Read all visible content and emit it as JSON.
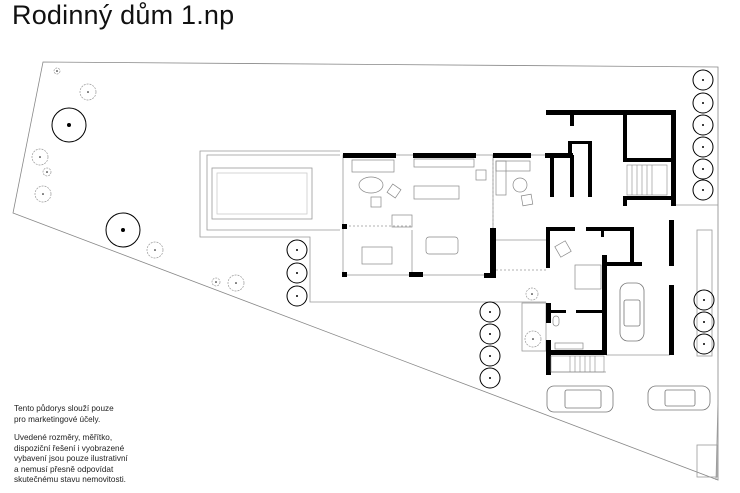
{
  "title": "Rodinný dům 1.np",
  "note_marketing": [
    "Tento půdorys slouží pouze",
    "pro marketingové účely."
  ],
  "note_disclaimer": [
    "Uvedené rozměry, měřítko,",
    "dispoziční řešení i vyobrazené",
    "vybavení jsou pouze ilustrativní",
    "a nemusí přesně odpovídat",
    "skutečnému stavu nemovitosti."
  ],
  "colors": {
    "wall": "#000000",
    "line": "#777777",
    "furniture": "#999999"
  }
}
